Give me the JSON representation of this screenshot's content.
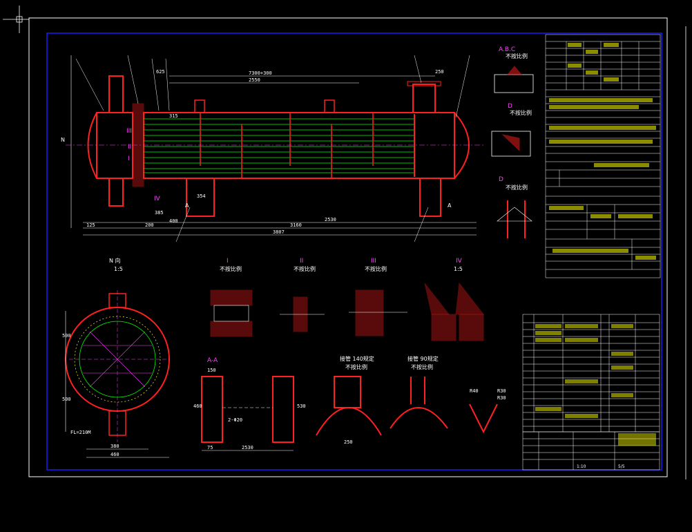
{
  "colors": {
    "background": "#000000",
    "shell": "#ff2020",
    "tube": "#00ff00",
    "dimension": "#ffffff",
    "section_fill": "#ff2020",
    "table_line": "#ffffff",
    "annotation": "#ff40ff",
    "frame_blue": "#1a1aff",
    "yellow": "#ffff00"
  },
  "drawing": {
    "main_view": {
      "dims": [
        "3160",
        "3807",
        "7300+300",
        "2550",
        "2530",
        "625",
        "315",
        "385",
        "250",
        "125",
        "200",
        "400",
        "354"
      ],
      "callouts": [
        "I",
        "II",
        "III",
        "IV",
        "A",
        "A"
      ],
      "flow_mark": "N"
    },
    "detail_views": [
      {
        "title": "A.B.C",
        "note": "不按比例"
      },
      {
        "title": "D",
        "note": "不按比例"
      },
      {
        "title": "D",
        "note": "不按比例"
      },
      {
        "title": "I",
        "note": "不按比例"
      },
      {
        "title": "II",
        "note": "不按比例"
      },
      {
        "title": "III",
        "note": "不按比例"
      },
      {
        "title": "IV",
        "note": "1:5"
      }
    ],
    "end_view": {
      "title": "N 向",
      "scale": "1:5",
      "dims": [
        "500",
        "500",
        "380",
        "460",
        "FL=210M"
      ]
    },
    "section_view": {
      "title": "A-A",
      "dims": [
        "150",
        "460",
        "530",
        "2530",
        "75",
        "2-Φ20"
      ]
    },
    "shell_details": [
      {
        "title": "接管 140规定",
        "note": "不按比例",
        "dim": "250"
      },
      {
        "title": "接管 90规定",
        "note": "不按比例"
      },
      {
        "title": "",
        "note": "",
        "dims": [
          "R40",
          "R30",
          "R30"
        ]
      }
    ],
    "title_block": {
      "scale": "1:10",
      "drawing_no": "5/5"
    }
  }
}
